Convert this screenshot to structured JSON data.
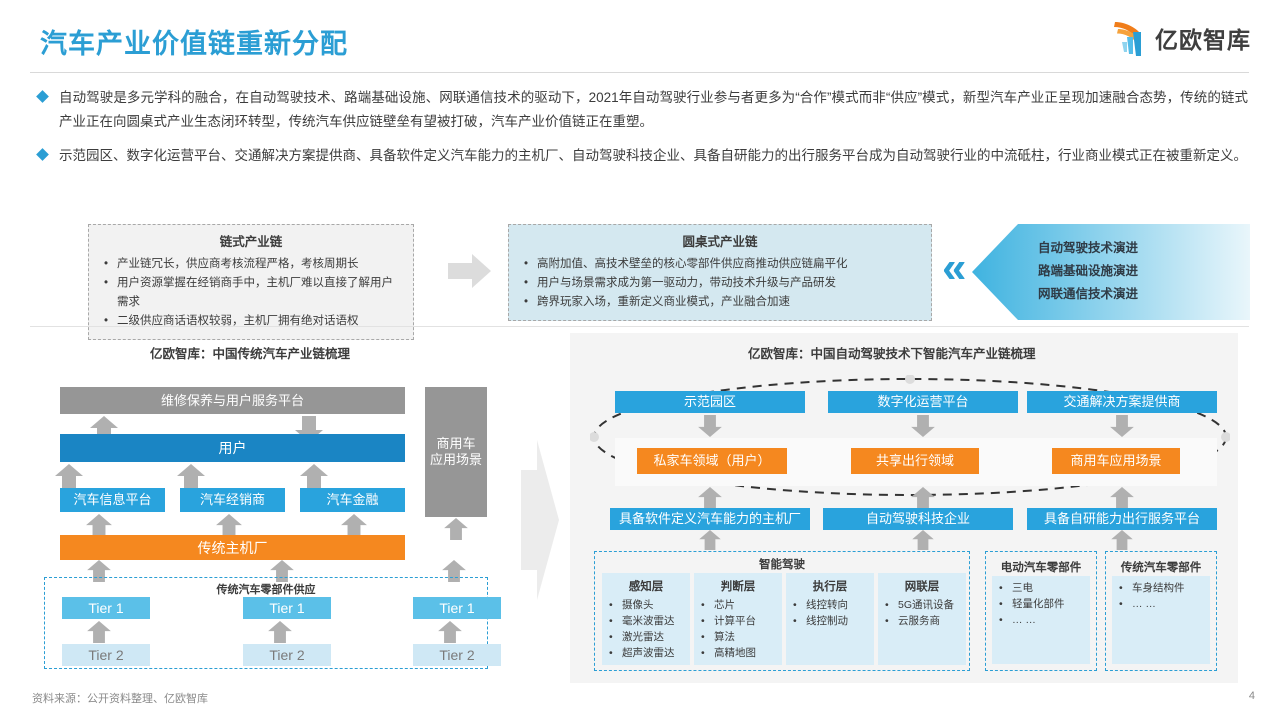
{
  "header": {
    "title": "汽车产业价值链重新分配",
    "logo_text": "亿欧智库",
    "logo_icon": "yiou-feather-logo",
    "accent_color": "#2b9ed4"
  },
  "bullets": [
    "自动驾驶是多元学科的融合，在自动驾驶技术、路端基础设施、网联通信技术的驱动下，2021年自动驾驶行业参与者更多为“合作”模式而非“供应”模式，新型汽车产业正呈现加速融合态势，传统的链式产业正在向圆桌式产业生态闭环转型，传统汽车供应链壁垒有望被打破，汽车产业价值链正在重塑。",
    "示范园区、数字化运营平台、交通解决方案提供商、具备软件定义汽车能力的主机厂、自动驾驶科技企业、具备自研能力的出行服务平台成为自动驾驶行业的中流砥柱，行业商业模式正在被重新定义。"
  ],
  "comparison": {
    "chain": {
      "title": "链式产业链",
      "items": [
        "产业链冗长，供应商考核流程严格，考核周期长",
        "用户资源掌握在经销商手中，主机厂难以直接了解用户需求",
        "二级供应商话语权较弱，主机厂拥有绝对话语权"
      ]
    },
    "roundtable": {
      "title": "圆桌式产业链",
      "items": [
        "高附加值、高技术壁垒的核心零部件供应商推动供应链扁平化",
        "用户与场景需求成为第一驱动力，带动技术升级与产品研发",
        "跨界玩家入场，重新定义商业模式，产业融合加速"
      ]
    },
    "evolution": {
      "lines": [
        "自动驾驶技术演进",
        "路端基础设施演进",
        "网联通信技术演进"
      ],
      "chevron_icon": "double-chevron-left-icon"
    }
  },
  "left_diagram": {
    "title": "亿欧智库：中国传统汽车产业链梳理",
    "service_platform": "维修保养与用户服务平台",
    "user": "用户",
    "channels": [
      "汽车信息平台",
      "汽车经销商",
      "汽车金融"
    ],
    "oem": "传统主机厂",
    "commercial_scene": "商用车\n应用场景",
    "commercial_scene_line1": "商用车",
    "commercial_scene_line2": "应用场景",
    "supply_group_title": "传统汽车零部件供应",
    "tier1": [
      "Tier 1",
      "Tier 1",
      "Tier 1"
    ],
    "tier2": [
      "Tier 2",
      "Tier 2",
      "Tier 2"
    ]
  },
  "right_diagram": {
    "title": "亿欧智库：中国自动驾驶技术下智能汽车产业链梳理",
    "top_row": [
      "示范园区",
      "数字化运营平台",
      "交通解决方案提供商"
    ],
    "mid_row": [
      "私家车领域（用户）",
      "共享出行领域",
      "商用车应用场景"
    ],
    "bottom_row": [
      "具备软件定义汽车能力的主机厂",
      "自动驾驶科技企业",
      "具备自研能力出行服务平台"
    ],
    "smart_driving": {
      "title": "智能驾驶",
      "columns": [
        {
          "name": "感知层",
          "items": [
            "摄像头",
            "毫米波雷达",
            "激光雷达",
            "超声波雷达"
          ]
        },
        {
          "name": "判断层",
          "items": [
            "芯片",
            "计算平台",
            "算法",
            "高精地图"
          ]
        },
        {
          "name": "执行层",
          "items": [
            "线控转向",
            "线控制动"
          ]
        },
        {
          "name": "网联层",
          "items": [
            "5G通讯设备",
            "云服务商"
          ]
        }
      ]
    },
    "ev_parts": {
      "title": "电动汽车零部件",
      "items": [
        "三电",
        "轻量化部件",
        "… …"
      ]
    },
    "trad_parts": {
      "title": "传统汽车零部件",
      "items": [
        "车身结构件",
        "… …"
      ]
    }
  },
  "footer": {
    "source": "资料来源：公开资料整理、亿欧智库",
    "page_number": "4"
  }
}
